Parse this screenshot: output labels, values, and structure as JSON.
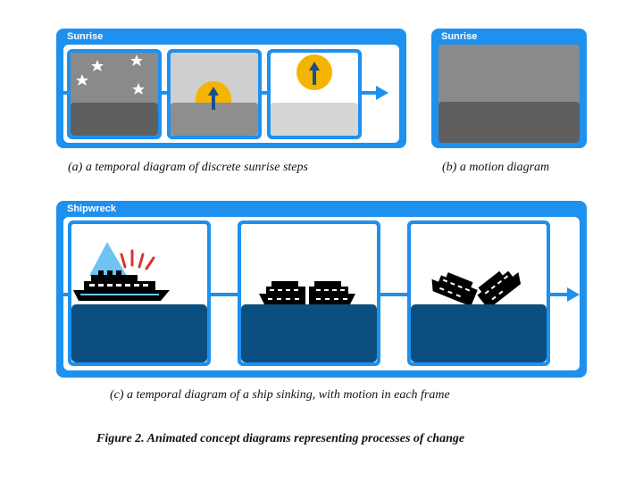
{
  "panels": {
    "sunrise_steps": {
      "title": "Sunrise"
    },
    "sunrise_motion": {
      "title": "Sunrise"
    },
    "shipwreck": {
      "title": "Shipwreck"
    }
  },
  "captions": {
    "a": "(a) a temporal diagram of discrete sunrise steps",
    "b": "(b) a motion diagram",
    "c": "(c) a temporal diagram of a ship sinking, with motion in each frame"
  },
  "figure_caption": "Figure 2. Animated concept diagrams representing processes of change",
  "colors": {
    "accent": "#1e90ee",
    "sun": "#f5b400",
    "arrow": "#1a4e8a",
    "sea": "#0a4f80",
    "alert": "#e03030",
    "light_beam": "#6ec3f0",
    "night_sky": "#8a8a8a",
    "night_ground": "#5f5f5f",
    "dawn_sky": "#cfcfcf",
    "dawn_ground": "#8e8e8e",
    "day_ground": "#d6d6d6"
  },
  "icons": [
    "star-icon",
    "sun-icon",
    "up-arrow-icon",
    "ship-icon",
    "broken-ship-icon",
    "alert-lines-icon"
  ]
}
